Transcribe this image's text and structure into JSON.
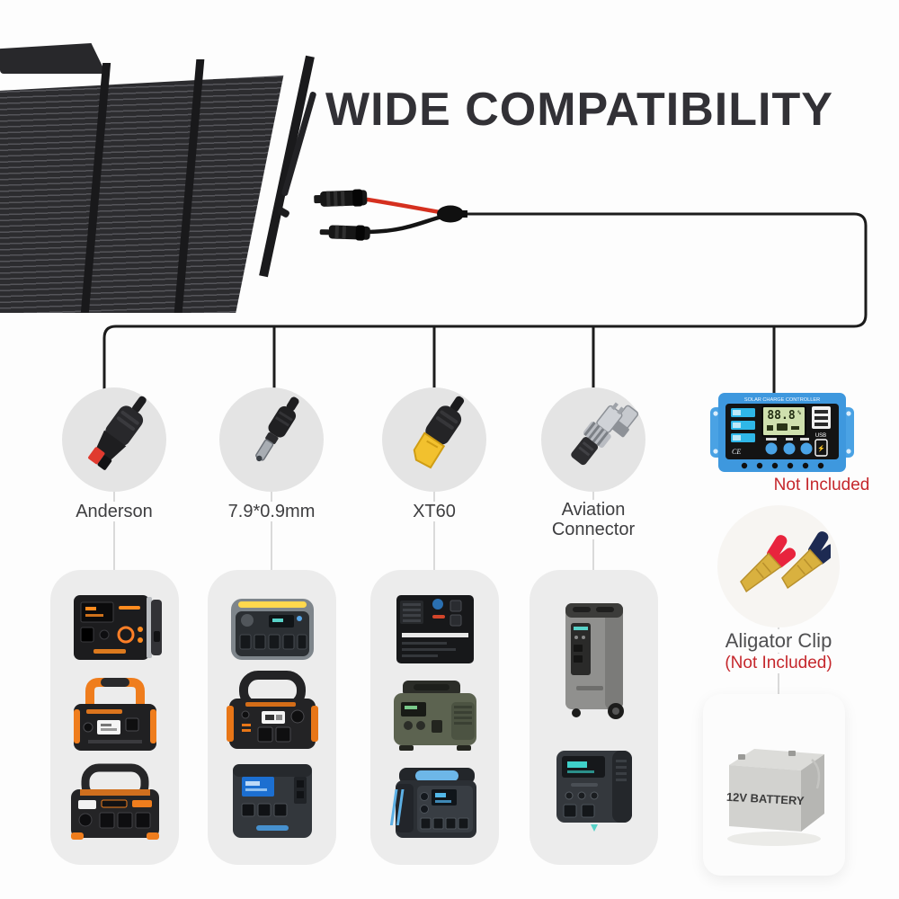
{
  "title": "WIDE COMPATIBILITY",
  "colors": {
    "background": "#fdfdfd",
    "cable_black": "#1c1c1c",
    "circle_gray": "#e4e4e4",
    "column_gray": "#ececec",
    "note_red": "#c5272c",
    "controller_blue": "#3e98de",
    "wire_red": "#d5301f"
  },
  "source_panel": {
    "icon": "folding-solar-panel-icon"
  },
  "cable": {
    "icon": "mc4-y-branch-cable-icon"
  },
  "connectors": [
    {
      "label": "Anderson",
      "icon": "anderson-connector-icon"
    },
    {
      "label": "7.9*0.9mm",
      "icon": "dc-barrel-plug-icon"
    },
    {
      "label": "XT60",
      "icon": "xt60-connector-icon"
    },
    {
      "label": "Aviation Connector",
      "lines": [
        "Aviation",
        "Connector"
      ],
      "icon": "aviation-connector-icon"
    }
  ],
  "charge_controller": {
    "icon": "solar-charge-controller-icon",
    "device_title": "SOLAR CHARGE CONTROLLER",
    "display_value": "88.8",
    "display_unit": "%",
    "usb_label": "USB",
    "ce_label": "CE",
    "note": "Not Included"
  },
  "alligator_clip": {
    "icon": "alligator-clips-icon",
    "label": "Aligator Clip",
    "note": "(Not Included)"
  },
  "battery": {
    "icon": "12v-battery-icon",
    "label": "12V BATTERY"
  },
  "product_columns": [
    {
      "connector": "Anderson",
      "products": [
        "power-station-black-orange-display",
        "power-station-orange-handle",
        "power-station-orange-trim-outlets"
      ]
    },
    {
      "connector": "7.9*0.9mm",
      "products": [
        "power-station-gray-lightbar",
        "power-station-black-loop-handle",
        "power-station-cube-blue-screen"
      ]
    },
    {
      "connector": "XT60",
      "products": [
        "generator-black-control-panel",
        "inverter-generator-olive",
        "power-station-blue-handle"
      ]
    },
    {
      "connector": "Aviation Connector",
      "products": [
        "power-station-tower-wheels",
        "power-station-delta-dark"
      ]
    }
  ]
}
